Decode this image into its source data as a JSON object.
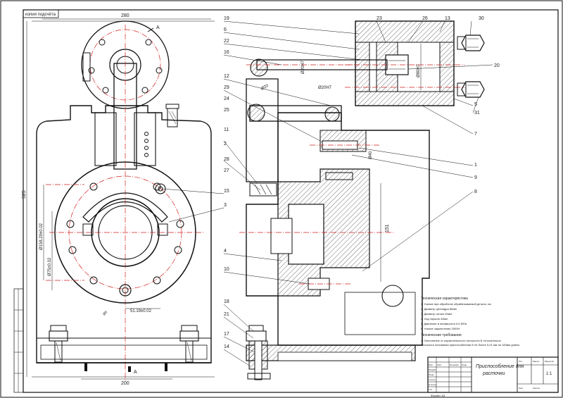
{
  "drawing": {
    "corner_stamp": "копия подсчёта",
    "section_mark": "A",
    "left_view": {
      "dim_top_width": "280",
      "dim_bottom_width": "200",
      "dim_height": "525",
      "dim_d1": "Ø158.29±0.02",
      "dim_d2": "Ø75±0.02",
      "dim_b": "51.19±0.02",
      "dim_angle": "Ø5"
    },
    "right_view": {
      "dim_cyl": "Ø80Н7",
      "dim_rod": "Ø20H7",
      "dim_rod2": "Ø20H7",
      "dim_shaft": "Ø45h",
      "dim_big": "151",
      "dim_pin": "Ø20",
      "dim_cyl2": "Ø40"
    },
    "callouts": [
      "19",
      "6",
      "22",
      "16",
      "23",
      "26",
      "13",
      "30",
      "20",
      "12",
      "29",
      "24",
      "25",
      "11",
      "2",
      "28",
      "27",
      "15",
      "3",
      "4",
      "10",
      "18",
      "21",
      "17",
      "14",
      "5",
      "7",
      "31",
      "1",
      "9",
      "8"
    ],
    "notes": {
      "title": "Техническая характеристика",
      "lines": [
        "1. Усилие при обработке обрабатываемой детали, кгс",
        "2. Диаметр цилиндра 80мм",
        "3. Диаметр штока 20мм",
        "4. Ход поршня 40мм",
        "5. Давление в пневмосети 0,5 МПа",
        "6. Усилие закрепления 2000Н"
      ],
      "req_title": "Технические требования",
      "req_lines": [
        "1. Отклонение от параллельности плоскости Б относительно",
        "плоскости основания приспособления Б не более 0,01 мм на 100мм длины"
      ]
    },
    "title_block": {
      "title_line1": "Приспособление для",
      "title_line2": "расточки",
      "sheet": "1:1",
      "fields": [
        "Изм.",
        "Лист",
        "№ докум.",
        "Подп.",
        "Дата",
        "Разраб.",
        "Пров.",
        "Т.контр.",
        "Н.контр.",
        "Утв.",
        "Лит.",
        "Масса",
        "Масштаб",
        "Лист",
        "Листов"
      ],
      "format": "Формат А3"
    }
  }
}
